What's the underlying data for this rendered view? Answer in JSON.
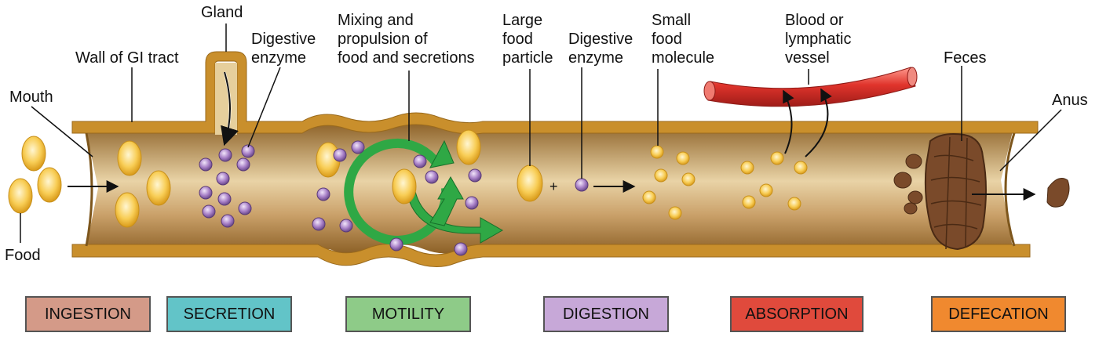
{
  "labels": {
    "gland": "Gland",
    "wall": "Wall of GI tract",
    "digestive_enzyme_1": "Digestive\nenzyme",
    "mixing": "Mixing and\npropulsion of\nfood and secretions",
    "large_food": "Large\nfood\nparticle",
    "digestive_enzyme_2": "Digestive\nenzyme",
    "small_food": "Small\nfood\nmolecule",
    "vessel": "Blood or\nlymphatic\nvessel",
    "feces": "Feces",
    "mouth": "Mouth",
    "anus": "Anus",
    "food": "Food",
    "plus": "+"
  },
  "processes": [
    {
      "label": "INGESTION",
      "color": "#d49a88"
    },
    {
      "label": "SECRETION",
      "color": "#62c4c8"
    },
    {
      "label": "MOTILITY",
      "color": "#8ecb88"
    },
    {
      "label": "DIGESTION",
      "color": "#c7a8d8"
    },
    {
      "label": "ABSORPTION",
      "color": "#e04a3c"
    },
    {
      "label": "DEFECATION",
      "color": "#f0892f"
    }
  ],
  "colors": {
    "wall": "#c98f2c",
    "lumen": "#a77a3a",
    "food": "#f4c04a",
    "enzyme": "#9b74b8",
    "arrow_green": "#2fa845",
    "vessel": "#e03a34",
    "feces": "#7a4a2a"
  }
}
